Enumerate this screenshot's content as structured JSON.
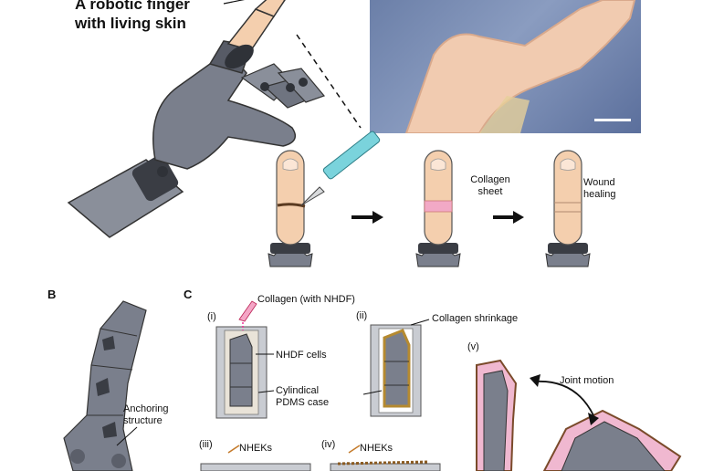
{
  "title": {
    "line1": "A robotic finger",
    "line2": "with living skin"
  },
  "wound_steps": {
    "collagen_line1": "Collagen",
    "collagen_line2": "sheet",
    "healing_line1": "Wound",
    "healing_line2": "healing"
  },
  "panel_b": {
    "letter": "B",
    "anchor_line1": "Anchoring",
    "anchor_line2": "structure"
  },
  "panel_c": {
    "letter": "C",
    "step_i": "(i)",
    "step_ii": "(ii)",
    "step_iii": "(iii)",
    "step_iv": "(iv)",
    "step_v": "(v)",
    "collagen_nhdf": "Collagen (with NHDF)",
    "nhdf_cells": "NHDF cells",
    "case_line1": "Cylindical",
    "case_line2": "PDMS case",
    "shrinkage": "Collagen shrinkage",
    "nheks_1": "NHEKs",
    "nheks_2": "NHEKs",
    "joint_motion": "Joint motion"
  },
  "colors": {
    "robot_gray": "#7a7f8c",
    "skin": "#f4cfae",
    "collagen_pink": "#f0b8d0",
    "scalpel_teal": "#7ad3dc",
    "case_gray": "#c9ccd2"
  }
}
